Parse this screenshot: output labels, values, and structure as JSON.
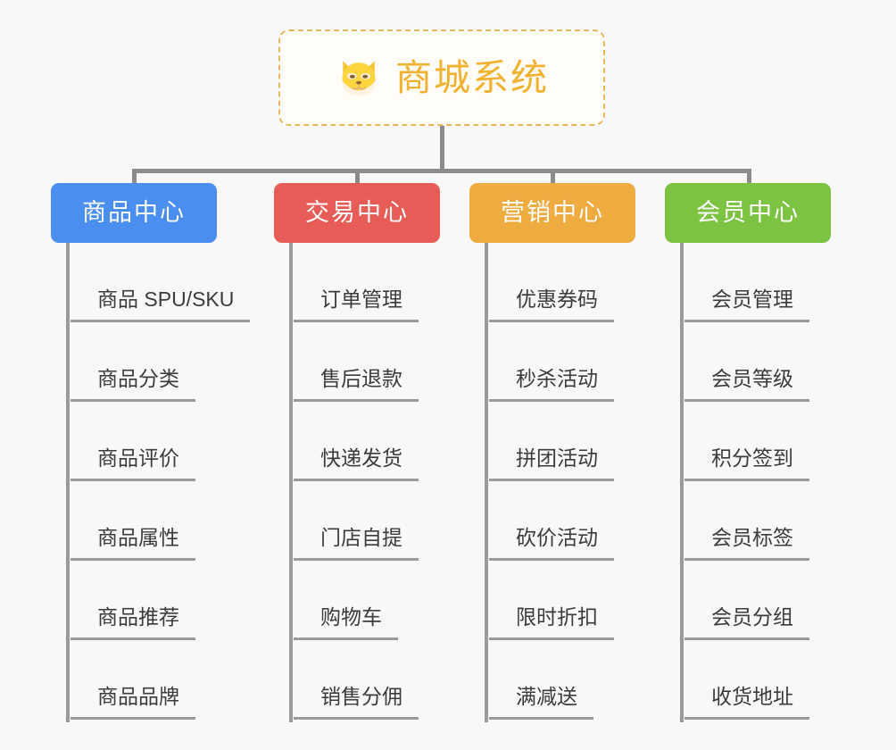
{
  "page": {
    "background_color": "#f8f8f8",
    "title": "商城系统",
    "type": "organization-tree-diagram"
  },
  "root": {
    "label": "商城系统",
    "icon": "shiba-dog-face-emoji",
    "text_color": "#f2b230",
    "border_color": "#e8b860",
    "background_color": "#fffdf8"
  },
  "branches": [
    {
      "label": "商品中心",
      "color": "#4a8ef0",
      "items": [
        "商品 SPU/SKU",
        "商品分类",
        "商品评价",
        "商品属性",
        "商品推荐",
        "商品品牌"
      ]
    },
    {
      "label": "交易中心",
      "color": "#e75c57",
      "items": [
        "订单管理",
        "售后退款",
        "快递发货",
        "门店自提",
        "购物车",
        "销售分佣"
      ]
    },
    {
      "label": "营销中心",
      "color": "#eeab3f",
      "items": [
        "优惠券码",
        "秒杀活动",
        "拼团活动",
        "砍价活动",
        "限时折扣",
        "满减送"
      ]
    },
    {
      "label": "会员中心",
      "color": "#7cc342",
      "items": [
        "会员管理",
        "会员等级",
        "积分签到",
        "会员标签",
        "会员分组",
        "收货地址"
      ]
    }
  ],
  "connector": {
    "color": "#8c8c8c"
  }
}
